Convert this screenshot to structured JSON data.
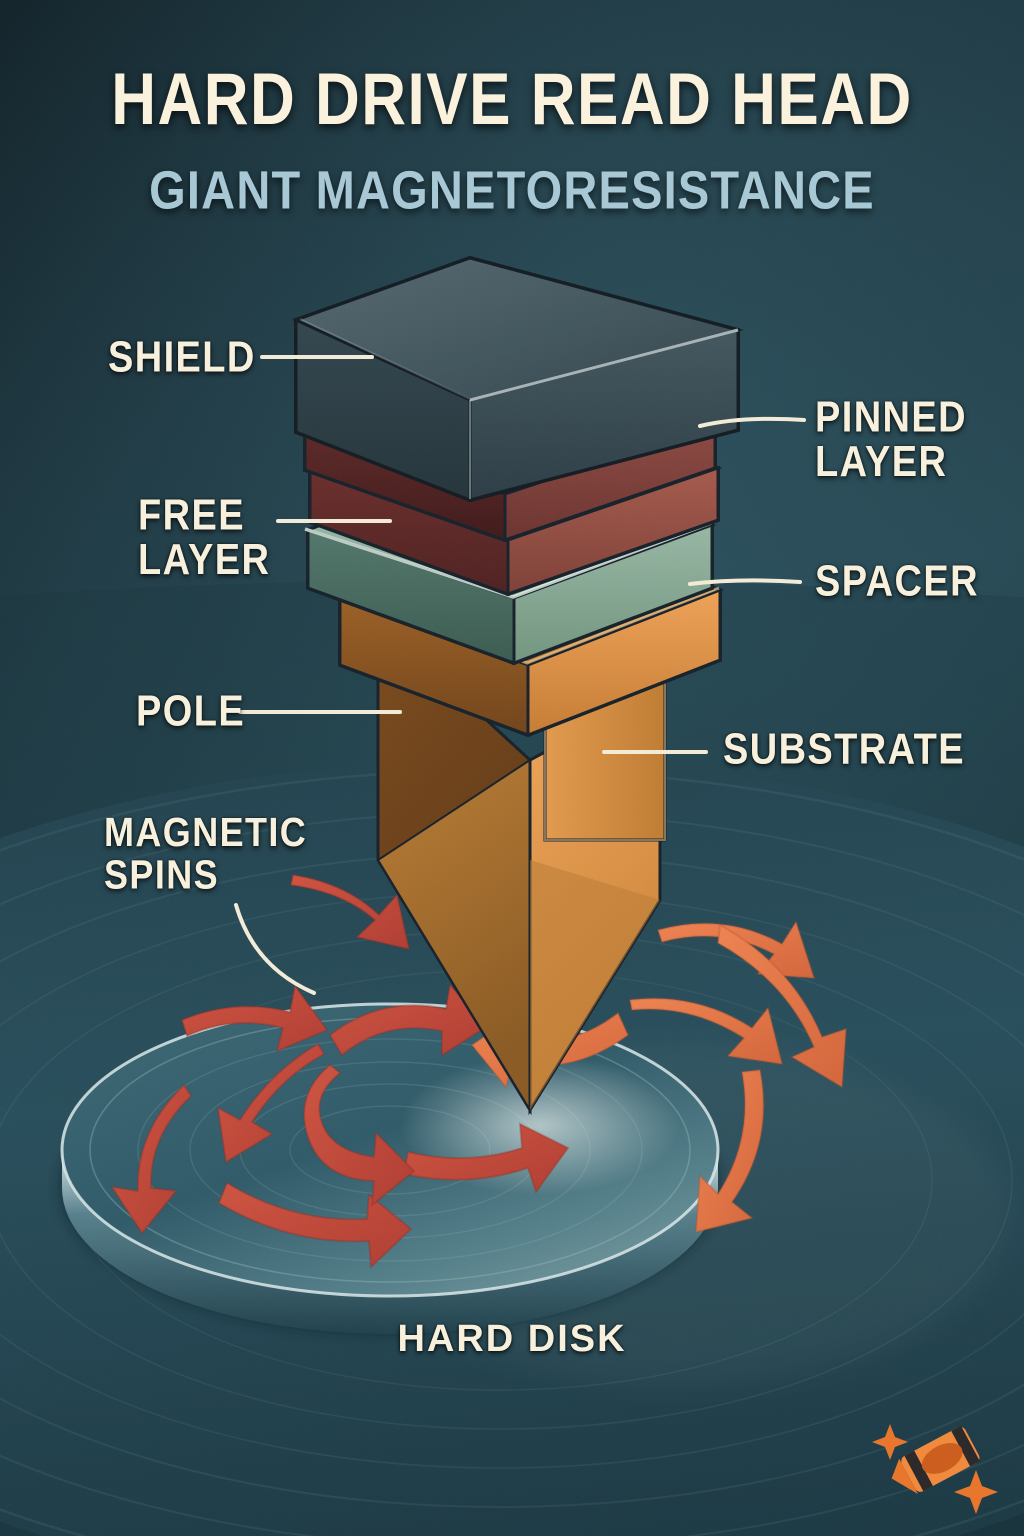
{
  "poster": {
    "title": "HARD DRIVE READ HEAD",
    "subtitle": "GIANT MAGNETORESISTANCE",
    "background_top": "#142730",
    "background_bottom": "#1c3b47",
    "title_color": "#fbf2dd",
    "subtitle_color": "#a7c8d4",
    "label_color": "#f7f0dc",
    "leader_color": "#f4ecd8"
  },
  "labels": {
    "shield": "SHIELD",
    "free_layer": "FREE\nLAYER",
    "pole": "POLE",
    "magnetic_spins": "MAGNETIC\nSPINS",
    "pinned_layer": "PINNED\nLAYER",
    "spacer": "SPACER",
    "substrate": "SUBSTRATE",
    "hard_disk": "HARD DISK"
  },
  "stack_layers": [
    {
      "name": "shield",
      "label": "SHIELD",
      "color": "#3e535b",
      "side": "left"
    },
    {
      "name": "pinned-layer",
      "label": "PINNED LAYER",
      "color": "#8e4742",
      "side": "right"
    },
    {
      "name": "free-layer",
      "label": "FREE LAYER",
      "color": "#6d2f2d",
      "side": "left"
    },
    {
      "name": "spacer",
      "label": "SPACER",
      "color": "#8fb09d",
      "side": "right"
    },
    {
      "name": "substrate",
      "label": "SUBSTRATE",
      "color": "#e09449",
      "side": "right"
    },
    {
      "name": "pole",
      "label": "POLE",
      "color": "#c47f35",
      "side": "left"
    }
  ],
  "disk": {
    "label": "HARD DISK",
    "surface_color": "#35636f",
    "rim_color": "#cfe0e2"
  },
  "spins": {
    "label": "MAGNETIC SPINS",
    "arrow_color_left": "#c4493a",
    "arrow_color_right": "#e2703f",
    "arrow_count": 13
  },
  "watermark": {
    "name": "crayon-logo",
    "color": "#e8762c",
    "sparkle_color": "#e8762c"
  }
}
